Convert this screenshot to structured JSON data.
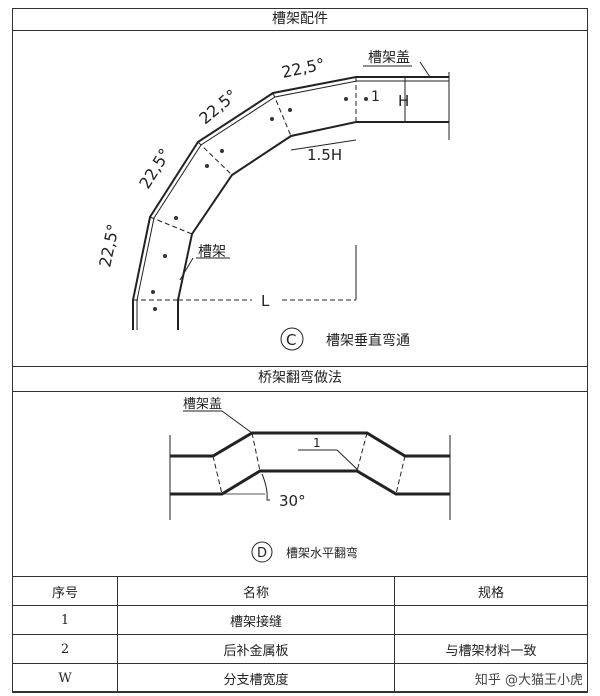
{
  "section1": {
    "title": "槽架配件",
    "angle_label": "22,5°",
    "cover_label": "槽架盖",
    "tray_label": "槽架",
    "item_1": "1",
    "dim_h": "H",
    "dim_15h": "1.5H",
    "dim_l": "L",
    "caption_letter": "C",
    "caption": "槽架垂直弯通"
  },
  "section2": {
    "title": "桥架翻弯做法",
    "cover_label": "槽架盖",
    "item_1": "1",
    "angle": "30°",
    "caption_letter": "D",
    "caption": "槽架水平翻弯"
  },
  "table": {
    "headers": [
      "序号",
      "名称",
      "规格"
    ],
    "rows": [
      [
        "1",
        "槽架接缝",
        ""
      ],
      [
        "2",
        "后补金属板",
        "与槽架材料一致"
      ],
      [
        "W",
        "分支槽宽度",
        ""
      ]
    ]
  },
  "watermark": "知乎 @大猫王小虎"
}
